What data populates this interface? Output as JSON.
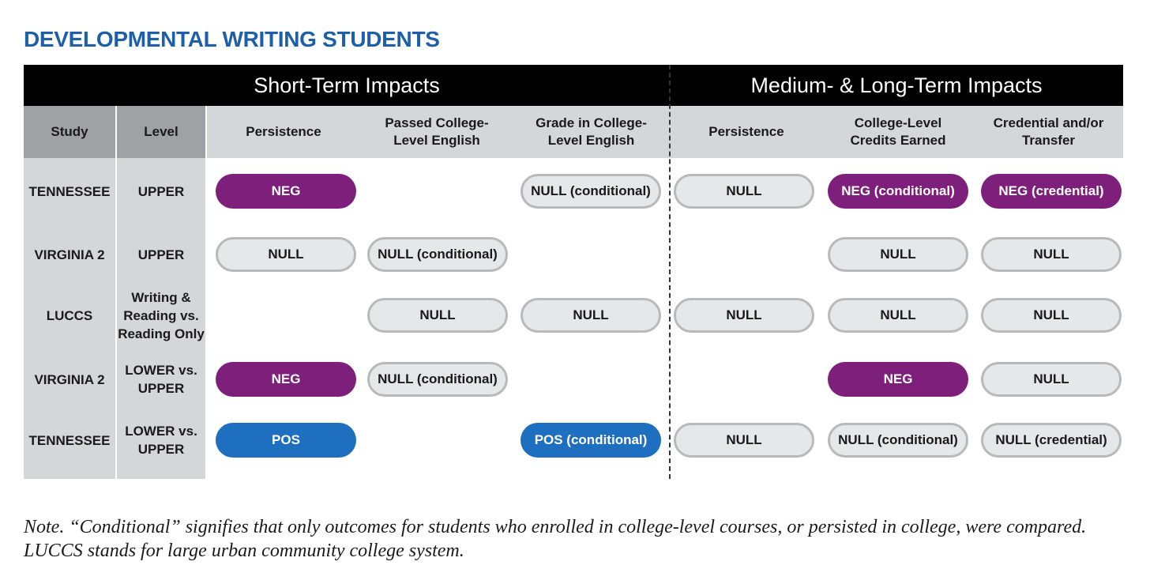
{
  "title": "DEVELOPMENTAL WRITING STUDENTS",
  "bands": {
    "short": "Short-Term Impacts",
    "medium": "Medium- & Long-Term Impacts"
  },
  "columns": {
    "study": "Study",
    "level": "Level",
    "short_persistence": [
      "Persistence"
    ],
    "passed_english": [
      "Passed College-",
      "Level English"
    ],
    "grade_english": [
      "Grade in College-",
      "Level English"
    ],
    "medium_persistence": [
      "Persistence"
    ],
    "credits_earned": [
      "College-Level",
      "Credits Earned"
    ],
    "credential_transfer": [
      "Credential and/or",
      "Transfer"
    ]
  },
  "rows": [
    {
      "study": "TENNESSEE",
      "level": [
        "UPPER"
      ],
      "cells": [
        {
          "col": 0,
          "text": "NEG",
          "kind": "neg"
        },
        {
          "col": 2,
          "text": "NULL (conditional)",
          "kind": "null"
        },
        {
          "col": 3,
          "text": "NULL",
          "kind": "null"
        },
        {
          "col": 4,
          "text": "NEG (conditional)",
          "kind": "neg"
        },
        {
          "col": 5,
          "text": "NEG (credential)",
          "kind": "neg"
        }
      ]
    },
    {
      "study": "VIRGINIA 2",
      "level": [
        "UPPER"
      ],
      "cells": [
        {
          "col": 0,
          "text": "NULL",
          "kind": "null"
        },
        {
          "col": 1,
          "text": "NULL (conditional)",
          "kind": "null"
        },
        {
          "col": 4,
          "text": "NULL",
          "kind": "null"
        },
        {
          "col": 5,
          "text": "NULL",
          "kind": "null"
        }
      ]
    },
    {
      "study": "LUCCS",
      "level": [
        "Writing &",
        "Reading vs.",
        "Reading Only"
      ],
      "cells": [
        {
          "col": 1,
          "text": "NULL",
          "kind": "null"
        },
        {
          "col": 2,
          "text": "NULL",
          "kind": "null"
        },
        {
          "col": 3,
          "text": "NULL",
          "kind": "null"
        },
        {
          "col": 4,
          "text": "NULL",
          "kind": "null"
        },
        {
          "col": 5,
          "text": "NULL",
          "kind": "null"
        }
      ]
    },
    {
      "study": "VIRGINIA 2",
      "level": [
        "LOWER vs.",
        "UPPER"
      ],
      "cells": [
        {
          "col": 0,
          "text": "NEG",
          "kind": "neg"
        },
        {
          "col": 1,
          "text": "NULL (conditional)",
          "kind": "null"
        },
        {
          "col": 4,
          "text": "NEG",
          "kind": "neg"
        },
        {
          "col": 5,
          "text": "NULL",
          "kind": "null"
        }
      ]
    },
    {
      "study": "TENNESSEE",
      "level": [
        "LOWER vs.",
        "UPPER"
      ],
      "cells": [
        {
          "col": 0,
          "text": "POS",
          "kind": "pos"
        },
        {
          "col": 2,
          "text": "POS (conditional)",
          "kind": "pos"
        },
        {
          "col": 3,
          "text": "NULL",
          "kind": "null"
        },
        {
          "col": 4,
          "text": "NULL (conditional)",
          "kind": "null"
        },
        {
          "col": 5,
          "text": "NULL (credential)",
          "kind": "null"
        }
      ]
    }
  ],
  "note": "Note. “Conditional” signifies that only outcomes for students who enrolled in college-level courses, or persisted in college, were compared. LUCCS stands for large urban community college system.",
  "colors": {
    "title": "#1d5fa8",
    "neg": "#7e1f7b",
    "pos": "#1f6fc0",
    "null_fill": "#e6e7e9",
    "null_border": "#b8b9bb",
    "header_light": "#d5d6d8",
    "header_dark": "#a0a1a4"
  }
}
